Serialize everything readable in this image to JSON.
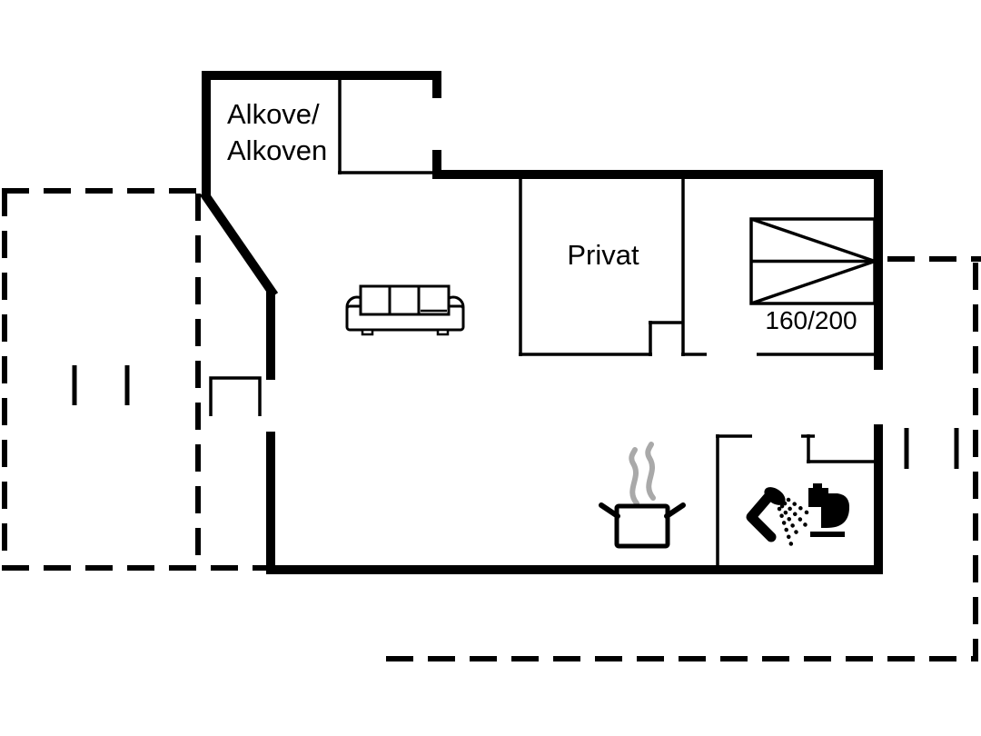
{
  "floorplan": {
    "type": "holiday-home floor plan",
    "colors": {
      "background": "#ffffff",
      "walls": "#000000",
      "steam": "#a9a9a9"
    },
    "rooms": {
      "alcove": {
        "label_line1": "Alkove/",
        "label_line2": "Alkoven"
      },
      "privat": {
        "label": "Privat"
      },
      "bedroom": {
        "bed_size_label": "160/200"
      }
    },
    "icons": {
      "sofa": "sofa-icon",
      "bed": "double-bed-icon",
      "pot": "cooking-pot-icon",
      "steam": "steam-icon",
      "shower": "shower-head-icon",
      "toilet": "toilet-icon"
    }
  }
}
